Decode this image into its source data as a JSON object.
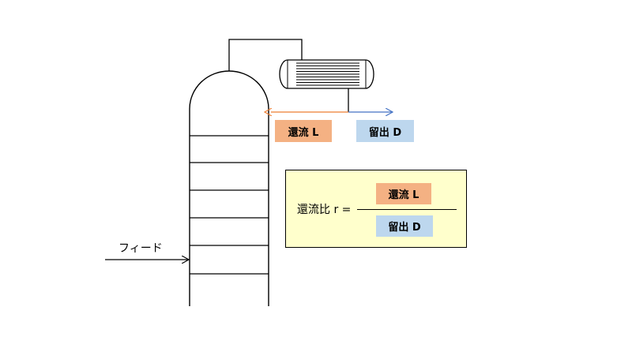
{
  "diagram": {
    "feed_label": "フィード",
    "reflux_label": "還流 L",
    "distillate_label": "留出 D",
    "formula": {
      "ratio_label": "還流比 r =",
      "numerator": "還流 L",
      "denominator": "留出 D"
    },
    "colors": {
      "reflux": "#f4b183",
      "distillate": "#bdd7ee",
      "formula_background": "#ffffcc",
      "reflux_arrow": "#ed7d31",
      "distillate_arrow": "#4472c4"
    }
  }
}
